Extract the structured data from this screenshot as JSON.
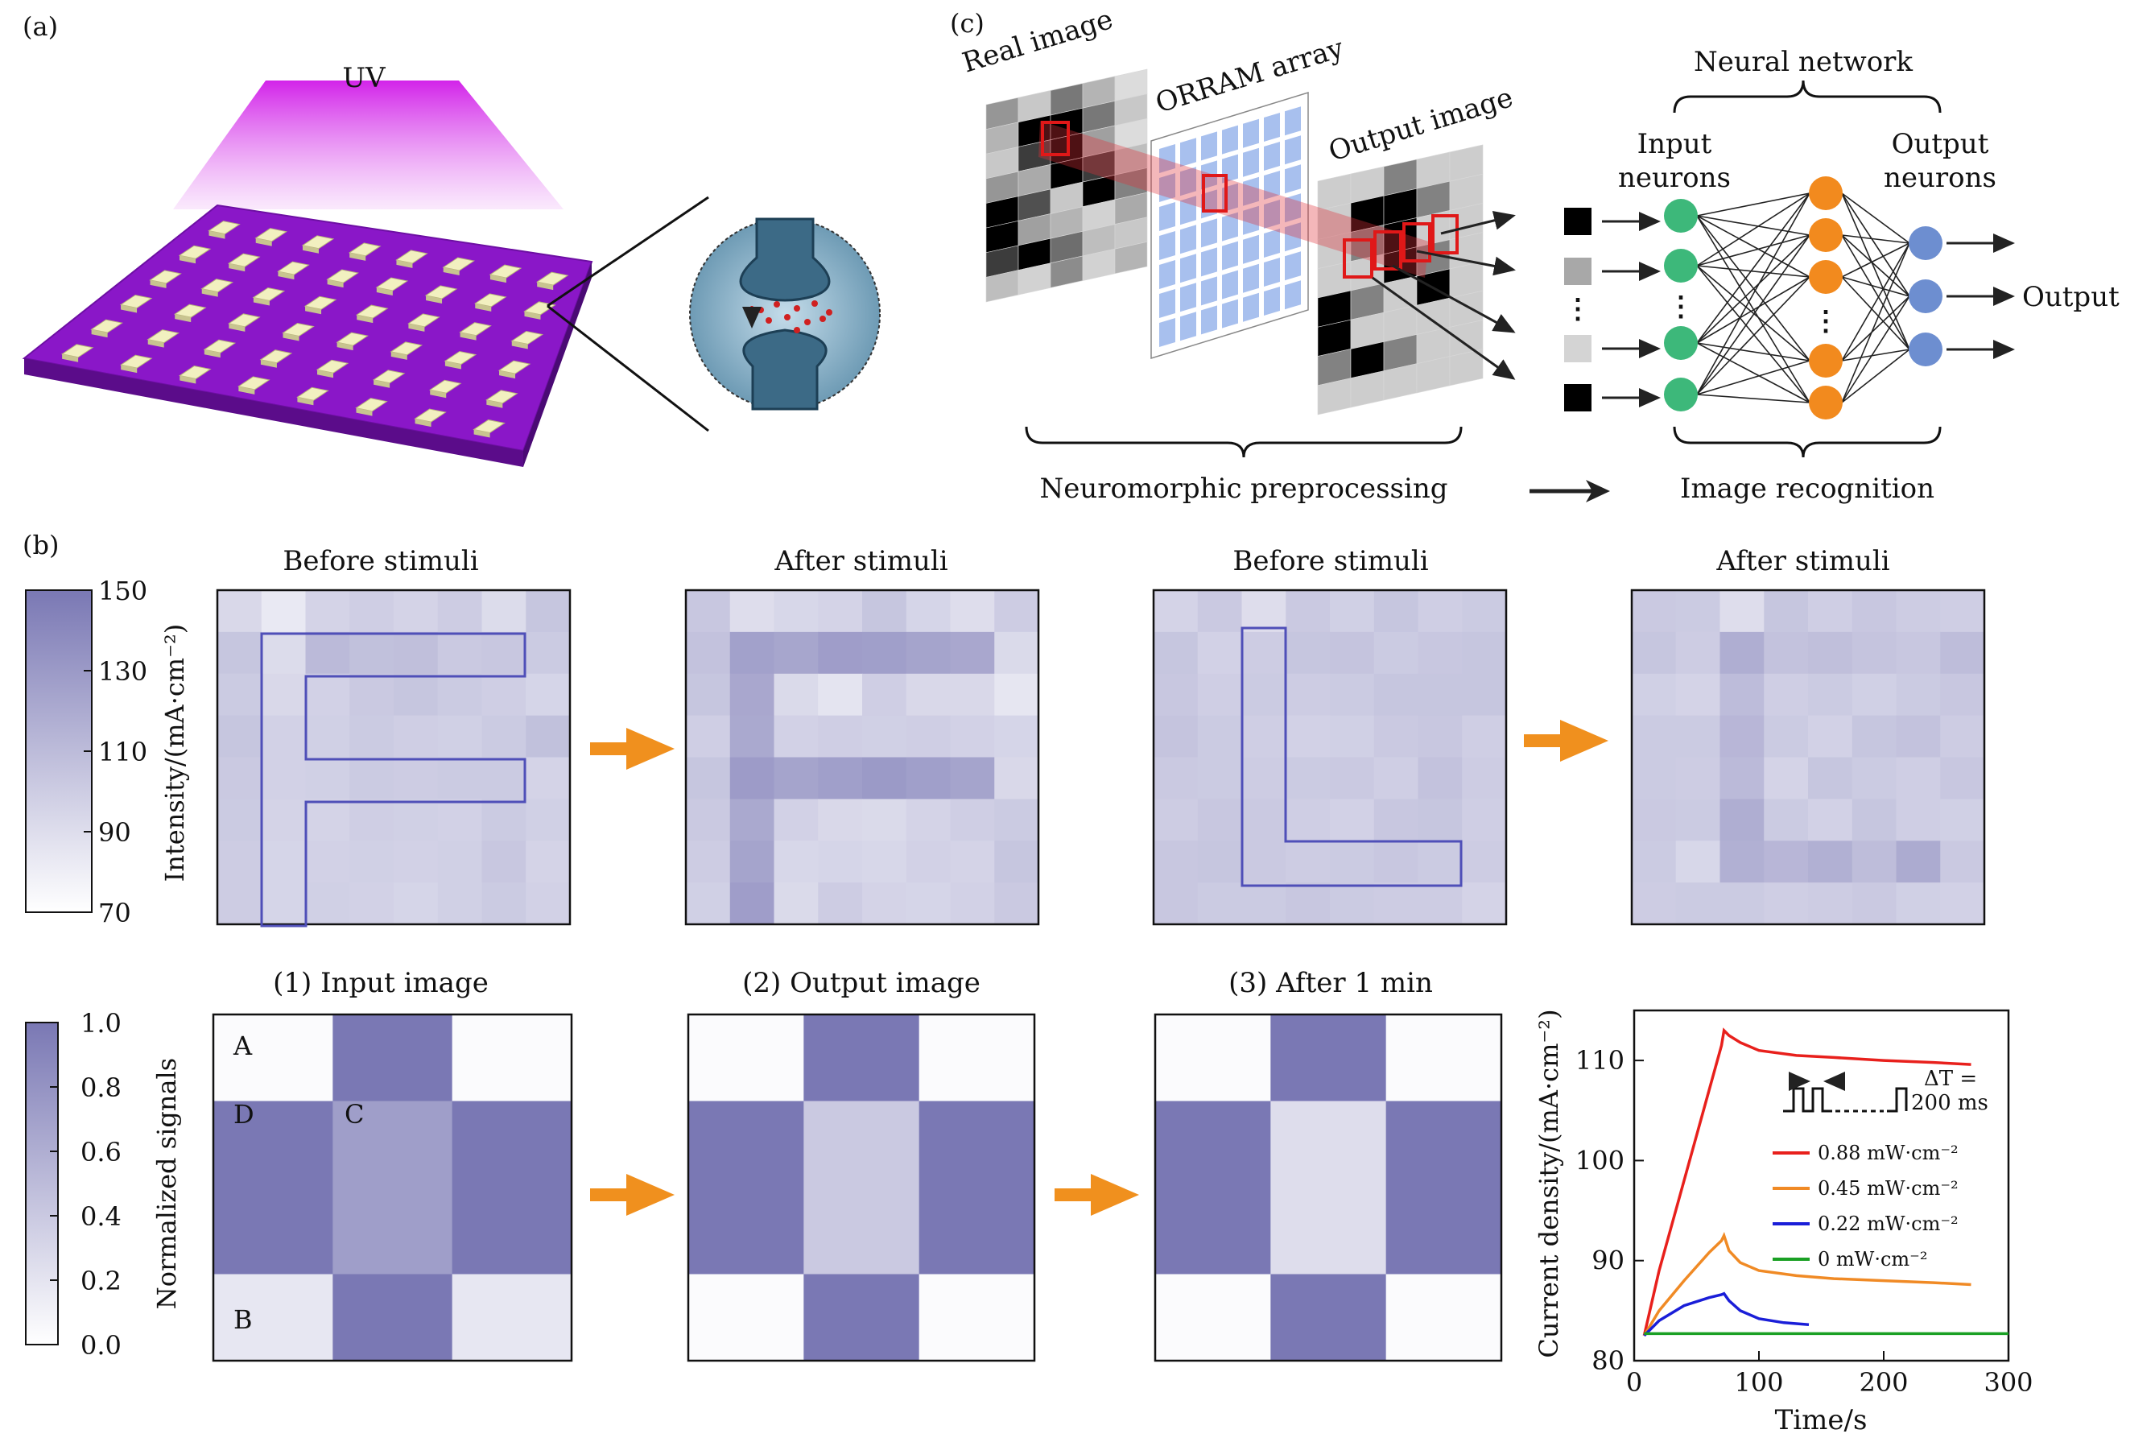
{
  "labels": {
    "panel_a": "(a)",
    "panel_b": "(b)",
    "panel_c": "(c)"
  },
  "panel_a": {
    "uv": "UV"
  },
  "panel_c": {
    "real_image": "Real image",
    "orram_array": "ORRAM array",
    "output_image": "Output image",
    "neural_network": "Neural network",
    "input_neurons_1": "Input",
    "input_neurons_2": "neurons",
    "output_neurons_1": "Output",
    "output_neurons_2": "neurons",
    "output": "Output",
    "neuromorphic_preprocessing": "Neuromorphic preprocessing",
    "image_recognition": "Image recognition"
  },
  "heatmaps_row1": {
    "colorbar_label": "Intensity/(mA·cm⁻²)",
    "colorbar_ticks": [
      "150",
      "130",
      "110",
      "90",
      "70"
    ],
    "colorbar_range": [
      70,
      150
    ],
    "titles": [
      "Before stimuli",
      "After stimuli",
      "Before stimuli",
      "After stimuli"
    ],
    "F_before": [
      [
        93,
        83,
        96,
        99,
        96,
        100,
        91,
        104
      ],
      [
        104,
        91,
        111,
        107,
        108,
        102,
        103,
        101
      ],
      [
        101,
        93,
        97,
        102,
        104,
        101,
        99,
        95
      ],
      [
        104,
        97,
        98,
        101,
        99,
        98,
        101,
        107
      ],
      [
        102,
        97,
        98,
        101,
        100,
        101,
        101,
        96
      ],
      [
        101,
        96,
        96,
        99,
        98,
        97,
        101,
        98
      ],
      [
        100,
        95,
        97,
        98,
        97,
        98,
        103,
        96
      ],
      [
        100,
        95,
        98,
        97,
        95,
        98,
        101,
        97
      ]
    ],
    "F_after": [
      [
        103,
        90,
        94,
        96,
        104,
        95,
        90,
        100
      ],
      [
        106,
        126,
        123,
        128,
        127,
        124,
        122,
        92
      ],
      [
        104,
        122,
        92,
        86,
        99,
        93,
        93,
        85
      ],
      [
        99,
        121,
        97,
        99,
        98,
        99,
        97,
        95
      ],
      [
        104,
        129,
        124,
        127,
        130,
        127,
        124,
        93
      ],
      [
        102,
        121,
        97,
        93,
        92,
        96,
        99,
        101
      ],
      [
        100,
        124,
        94,
        95,
        94,
        97,
        96,
        104
      ],
      [
        98,
        128,
        92,
        100,
        96,
        95,
        97,
        102
      ]
    ],
    "L_before": [
      [
        96,
        102,
        90,
        102,
        98,
        104,
        99,
        101
      ],
      [
        104,
        97,
        100,
        104,
        105,
        101,
        103,
        104
      ],
      [
        103,
        99,
        101,
        100,
        101,
        104,
        104,
        104
      ],
      [
        105,
        101,
        99,
        97,
        98,
        102,
        103,
        99
      ],
      [
        102,
        101,
        100,
        101,
        102,
        99,
        106,
        100
      ],
      [
        100,
        103,
        102,
        99,
        97,
        103,
        104,
        99
      ],
      [
        103,
        104,
        102,
        100,
        101,
        103,
        101,
        100
      ],
      [
        103,
        101,
        101,
        103,
        101,
        100,
        100,
        96
      ]
    ],
    "L_after": [
      [
        102,
        101,
        90,
        104,
        99,
        103,
        100,
        99
      ],
      [
        104,
        100,
        118,
        106,
        108,
        105,
        103,
        109
      ],
      [
        98,
        96,
        110,
        99,
        101,
        98,
        101,
        103
      ],
      [
        101,
        101,
        113,
        101,
        97,
        104,
        106,
        100
      ],
      [
        101,
        100,
        111,
        96,
        104,
        101,
        99,
        103
      ],
      [
        102,
        101,
        118,
        101,
        97,
        104,
        99,
        98
      ],
      [
        101,
        94,
        117,
        113,
        117,
        109,
        120,
        102
      ],
      [
        100,
        101,
        101,
        99,
        100,
        102,
        98,
        97
      ]
    ]
  },
  "heatmaps_row2": {
    "colorbar_label": "Normalized signals",
    "colorbar_ticks": [
      "1.0",
      "0.8",
      "0.6",
      "0.4",
      "0.2",
      "0.0"
    ],
    "colorbar_range": [
      0,
      1
    ],
    "titles": [
      "(1) Input image",
      "(2) Output image",
      "(3) After 1 min"
    ],
    "cell_labels": {
      "A": "A",
      "B": "B",
      "C": "C",
      "D": "D"
    },
    "input": [
      [
        0.03,
        1.0,
        0.03
      ],
      [
        1.0,
        0.72,
        1.0
      ],
      [
        1.0,
        0.72,
        1.0
      ],
      [
        0.18,
        1.0,
        0.18
      ]
    ],
    "output": [
      [
        0.03,
        1.0,
        0.03
      ],
      [
        1.0,
        0.4,
        1.0
      ],
      [
        1.0,
        0.4,
        1.0
      ],
      [
        0.03,
        1.0,
        0.03
      ]
    ],
    "after": [
      [
        0.03,
        1.0,
        0.03
      ],
      [
        1.0,
        0.25,
        1.0
      ],
      [
        1.0,
        0.25,
        1.0
      ],
      [
        0.03,
        1.0,
        0.03
      ]
    ]
  },
  "chart_data": {
    "type": "line",
    "xlabel": "Time/s",
    "ylabel": "Current density/(mA·cm⁻²)",
    "xlim": [
      0,
      300
    ],
    "ylim": [
      80,
      115
    ],
    "xticks": [
      "0",
      "100",
      "200",
      "300"
    ],
    "yticks": [
      "80",
      "90",
      "100",
      "110"
    ],
    "inset": {
      "delta_t_1": "ΔT =",
      "delta_t_2": "200 ms"
    },
    "series": [
      {
        "name": "0.88 mW·cm⁻²",
        "color": "#e8201c",
        "x": [
          8,
          20,
          40,
          60,
          70,
          72,
          76,
          85,
          100,
          130,
          160,
          200,
          240,
          270
        ],
        "y": [
          82.5,
          89,
          98,
          107,
          111.5,
          113,
          112.5,
          111.8,
          111,
          110.5,
          110.3,
          110,
          109.8,
          109.6
        ]
      },
      {
        "name": "0.45 mW·cm⁻²",
        "color": "#f08a25",
        "x": [
          8,
          20,
          40,
          60,
          70,
          72,
          76,
          85,
          100,
          130,
          160,
          200,
          240,
          270
        ],
        "y": [
          82.5,
          85,
          88,
          90.8,
          92,
          92.5,
          91,
          89.8,
          89,
          88.5,
          88.2,
          88,
          87.8,
          87.6
        ]
      },
      {
        "name": "0.22 mW·cm⁻²",
        "color": "#1a1ed8",
        "x": [
          8,
          20,
          40,
          60,
          70,
          72,
          76,
          85,
          100,
          120,
          140
        ],
        "y": [
          82.5,
          84,
          85.5,
          86.3,
          86.6,
          86.7,
          86,
          85,
          84.2,
          83.8,
          83.6
        ]
      },
      {
        "name": "0 mW·cm⁻²",
        "color": "#1aa024",
        "x": [
          8,
          300
        ],
        "y": [
          82.7,
          82.7
        ]
      }
    ]
  }
}
